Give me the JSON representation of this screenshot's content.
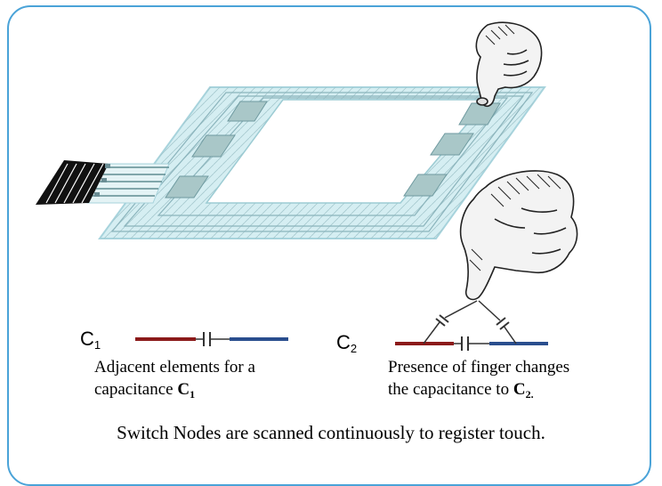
{
  "c1": {
    "label_main": "C",
    "label_sub": "1",
    "caption_line1": "Adjacent elements for a",
    "caption_line2": "capacitance ",
    "caption_bold": "C",
    "caption_bold_sub": "1"
  },
  "c2": {
    "label_main": "C",
    "label_sub": "2",
    "caption_line1": "Presence of finger changes",
    "caption_line2": "the capacitance to ",
    "caption_bold": "C",
    "caption_bold_sub": "2."
  },
  "footer": "Switch Nodes are scanned continuously to register touch.",
  "colors": {
    "frame": "#4aa3d8",
    "panel": "#d5eef2",
    "wire_red": "#8b1a1a",
    "wire_blue": "#2a4e8e"
  },
  "icons": [
    "pointing-hand-icon",
    "touching-hand-icon",
    "capacitor-symbol-icon",
    "ribbon-connector-icon"
  ]
}
